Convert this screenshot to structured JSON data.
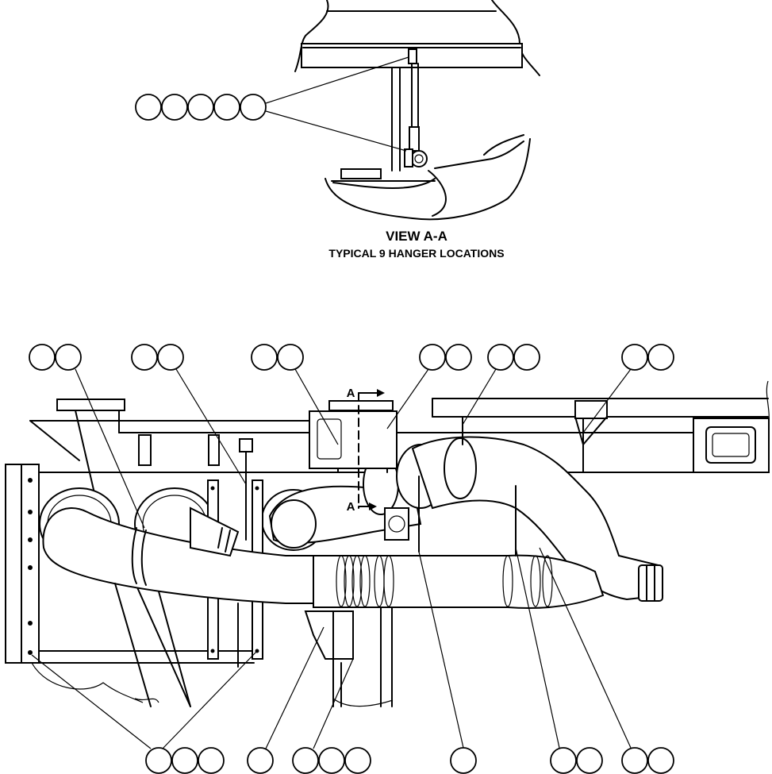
{
  "view_title": "VIEW A-A",
  "view_subtitle": "TYPICAL 9 HANGER LOCATIONS",
  "section_marker_top": "A",
  "section_marker_bottom": "A"
}
